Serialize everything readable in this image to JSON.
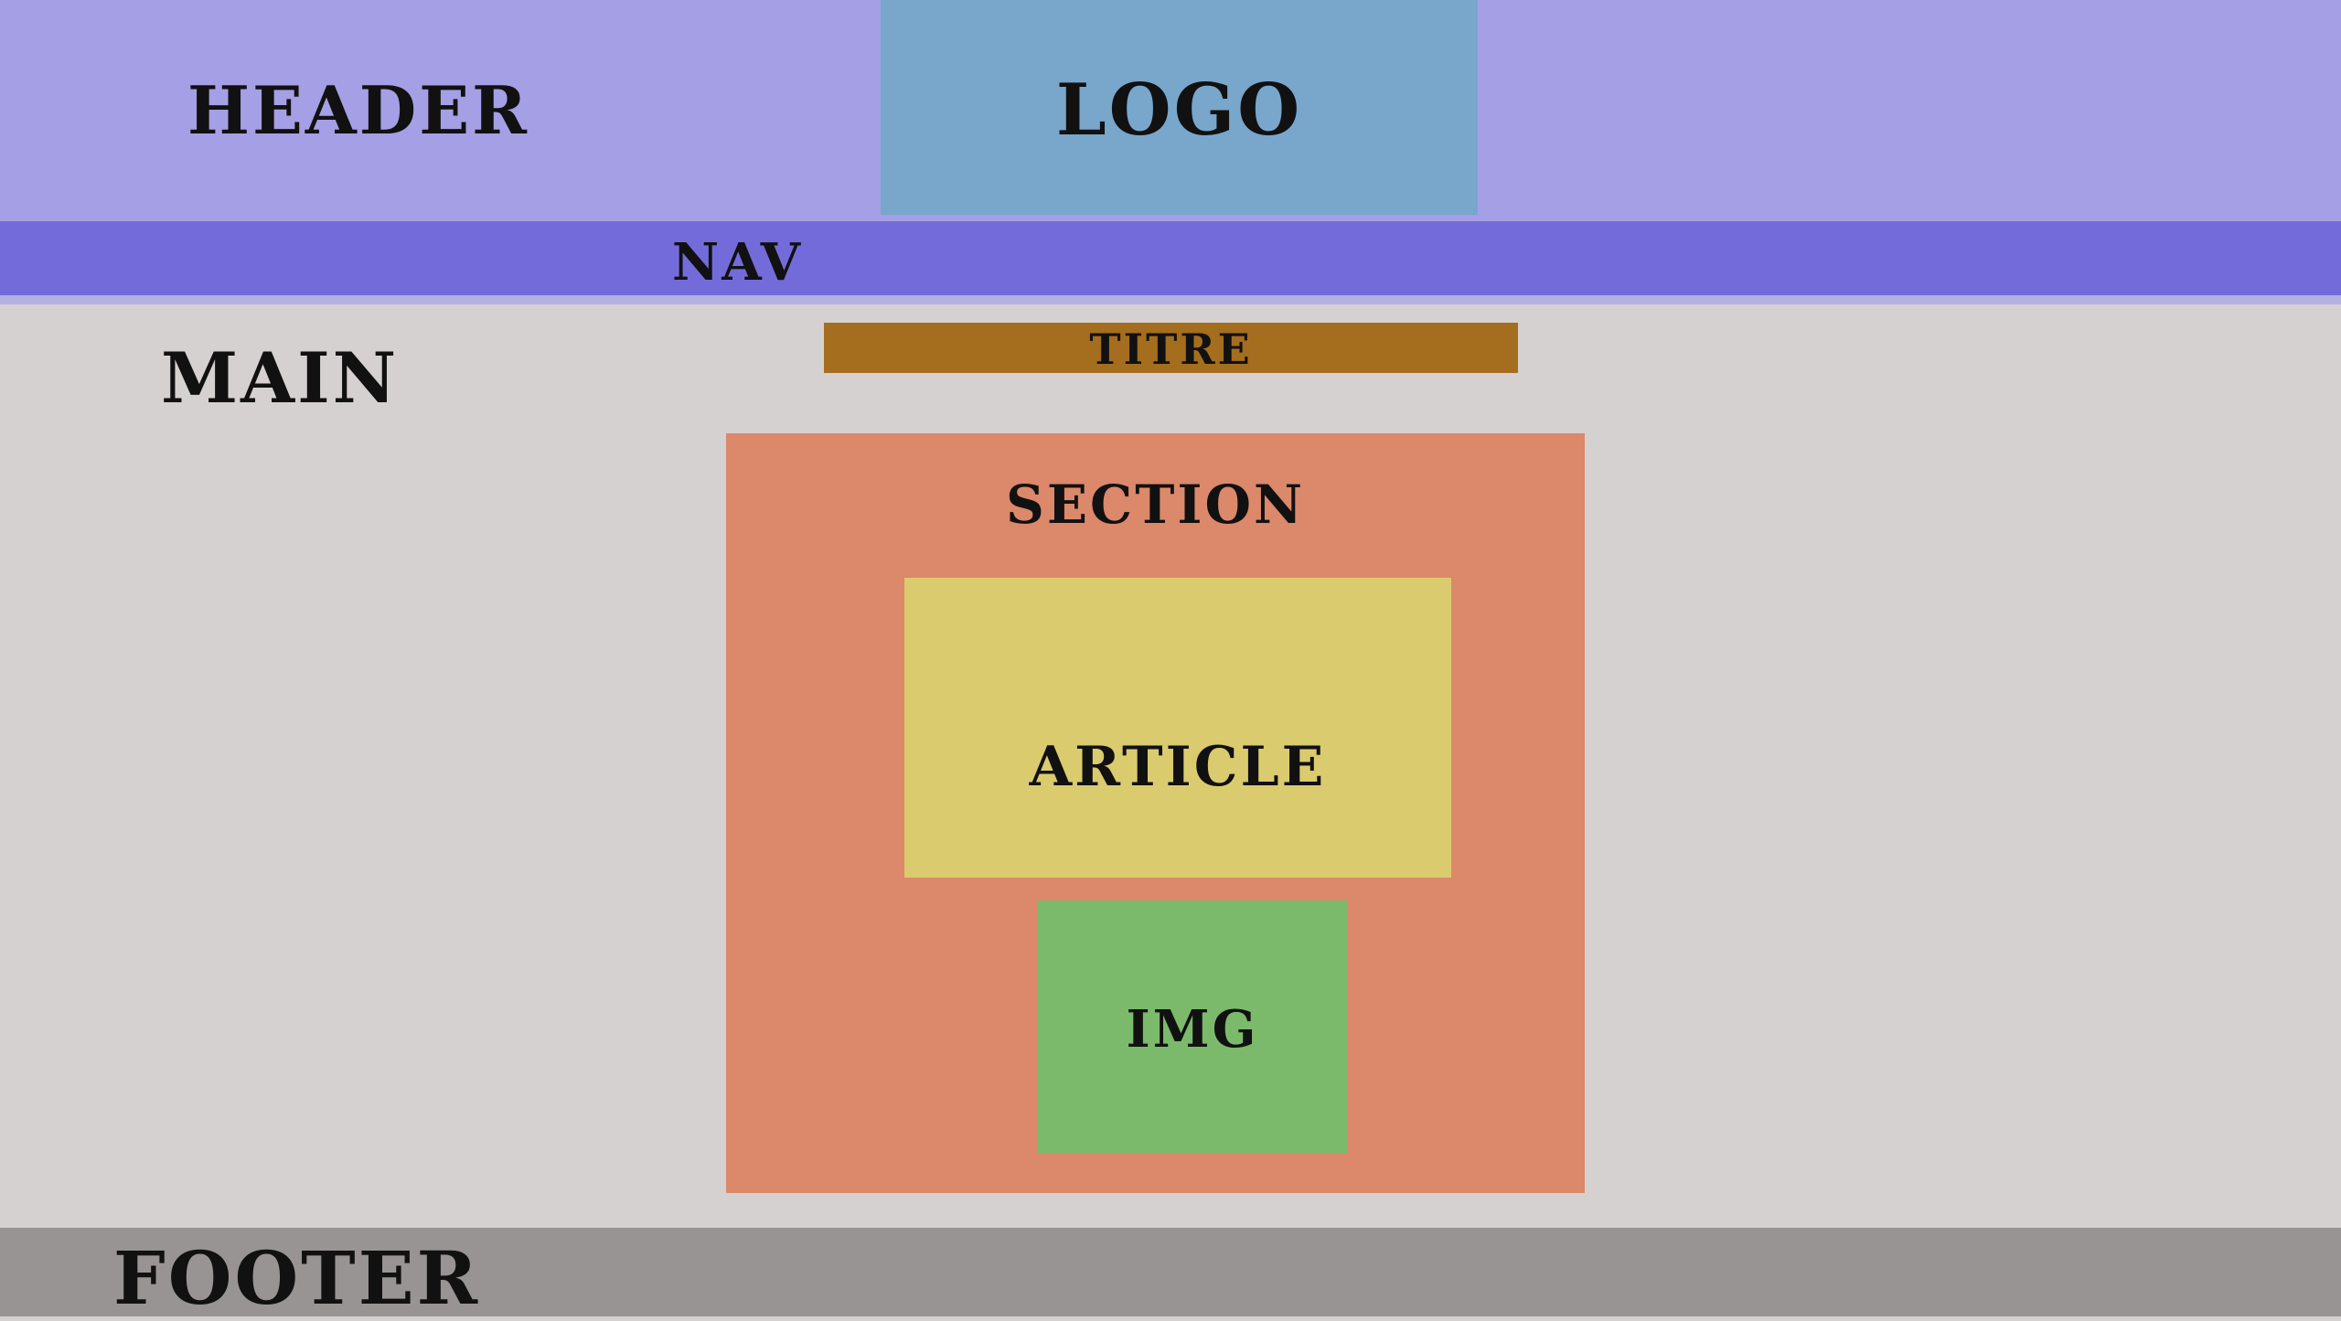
{
  "header": {
    "label": "HEADER"
  },
  "logo": {
    "label": "LOGO"
  },
  "nav": {
    "label": "NAV"
  },
  "main": {
    "label": "MAIN"
  },
  "titre": {
    "label": "TITRE"
  },
  "section": {
    "label": "SECTION"
  },
  "article": {
    "label": "ARTICLE"
  },
  "img": {
    "label": "IMG"
  },
  "footer": {
    "label": "FOOTER"
  },
  "colors": {
    "header": "#a59fe5",
    "logo": "#79a6cb",
    "nav": "#746bdb",
    "main": "#d6d1d1",
    "titre": "#a56d1e",
    "section": "#dc886a",
    "article": "#dbcb6f",
    "img": "#7bba6a",
    "footer": "#999494"
  }
}
